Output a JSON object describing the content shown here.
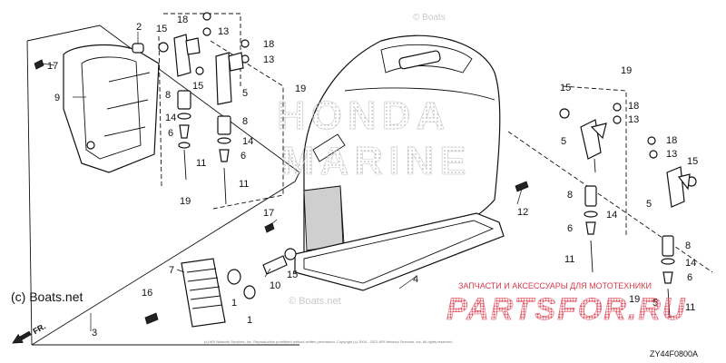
{
  "diagram": {
    "code": "ZY44F0800A",
    "copyright": "(c) Boats.net",
    "watermark_top": "© Boats",
    "watermark_bottom": "© Boats.net",
    "brand_line1": "HONDA",
    "brand_line2": "MARINE",
    "partner_line1": "ЗАПЧАСТИ И АКСЕССУАРЫ ДЛЯ МОТОТЕХНИКИ",
    "partner_line2": "PARTSFOR.RU",
    "fine_print": "(c) ARI Network Services, Inc. Reproduction prohibited without written permission. Copyright (c) 2004 - 2021 ARI Network Services, Inc. All rights reserved.",
    "direction": "FR."
  },
  "labels": {
    "l1": "1",
    "l1b": "1",
    "l2": "2",
    "l3": "3",
    "l4": "4",
    "l5a": "5",
    "l5b": "5",
    "l5c": "5",
    "l5d": "5",
    "l6a": "6",
    "l6b": "6",
    "l6c": "6",
    "l6d": "6",
    "l7": "7",
    "l8a": "8",
    "l8b": "8",
    "l8c": "8",
    "l8d": "8",
    "l9": "9",
    "l10": "10",
    "l11a": "11",
    "l11b": "11",
    "l11c": "11",
    "l11d": "11",
    "l12": "12",
    "l13a": "13",
    "l13b": "13",
    "l13c": "13",
    "l13d": "13",
    "l14a": "14",
    "l14b": "14",
    "l14c": "14",
    "l14d": "14",
    "l15a": "15",
    "l15b": "15",
    "l15c": "15",
    "l15d": "15",
    "l15e": "15",
    "l16": "16",
    "l17a": "17",
    "l17b": "17",
    "l18a": "18",
    "l18b": "18",
    "l18c": "18",
    "l18d": "18",
    "l19a": "19",
    "l19b": "19",
    "l19c": "19",
    "l19d": "19"
  }
}
